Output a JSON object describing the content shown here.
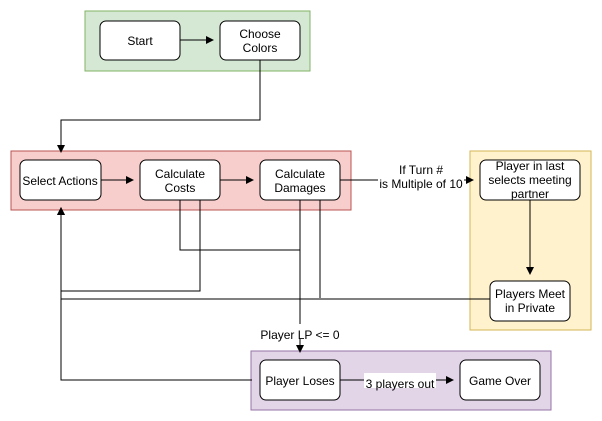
{
  "colors": {
    "group_start": {
      "fill": "#d5e8d4",
      "stroke": "#82b366"
    },
    "group_actions": {
      "fill": "#f8cecc",
      "stroke": "#b85450"
    },
    "group_meeting": {
      "fill": "#fff2cc",
      "stroke": "#d6b656"
    },
    "group_end": {
      "fill": "#e1d5e7",
      "stroke": "#9673a6"
    },
    "node_fill": "#ffffff",
    "node_stroke": "#000000",
    "edge": "#000000"
  },
  "nodes": {
    "start": [
      "Start"
    ],
    "choose_colors": [
      "Choose",
      "Colors"
    ],
    "select_actions": [
      "Select Actions"
    ],
    "calculate_costs": [
      "Calculate",
      "Costs"
    ],
    "calculate_damages": [
      "Calculate",
      "Damages"
    ],
    "player_last": [
      "Player in last",
      "selects meeting",
      "partner"
    ],
    "players_meet": [
      "Players Meet",
      "in Private"
    ],
    "player_loses": [
      "Player Loses"
    ],
    "game_over": [
      "Game Over"
    ]
  },
  "edge_labels": {
    "turn_condition": [
      "If Turn #",
      "is Multiple of 10"
    ],
    "lp_condition": [
      "Player LP <= 0"
    ],
    "players_out": [
      "3 players out"
    ]
  }
}
